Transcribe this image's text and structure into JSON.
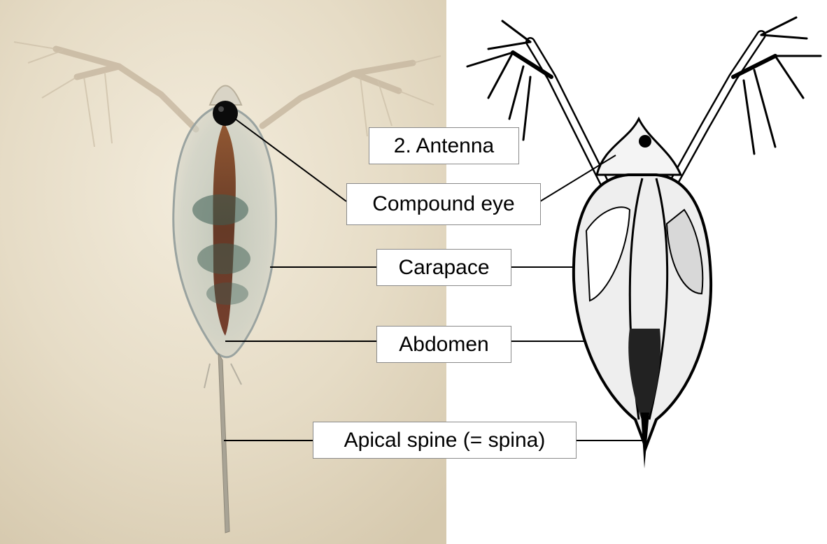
{
  "figure": {
    "labels": {
      "antenna": "2. Antenna",
      "compound_eye": "Compound eye",
      "carapace": "Carapace",
      "abdomen": "Abdomen",
      "apical_spine": "Apical spine (= spina)"
    },
    "colors": {
      "photo_background": "#e6dcc8",
      "drawing_background": "#ffffff",
      "leader_line": "#000000"
    }
  }
}
